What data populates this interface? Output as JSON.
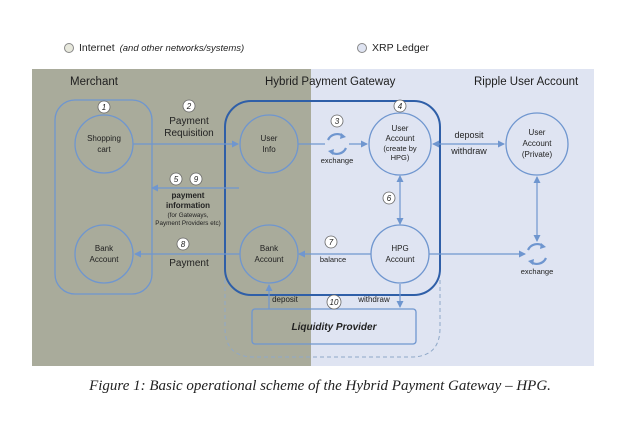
{
  "legend": {
    "internet_label": "Internet",
    "internet_note": "(and other networks/systems)",
    "internet_color": "#e7e8dc",
    "xrp_label": "XRP Ledger",
    "xrp_color": "#dfe4f2"
  },
  "colors": {
    "internet_panel": "#a9ab9b",
    "xrp_panel": "#dfe4f2",
    "arrow": "#6f96cf",
    "gateway_border": "#2f5fa8"
  },
  "sections": {
    "merchant": "Merchant",
    "gateway": "Hybrid Payment Gateway",
    "ripple": "Ripple User Account"
  },
  "nodes": {
    "shopping_cart": [
      "Shopping",
      "cart"
    ],
    "user_info": [
      "User",
      "Info"
    ],
    "user_account_hpg": [
      "User",
      "Account",
      "(create by",
      "HPG)"
    ],
    "user_account_private": [
      "User",
      "Account",
      "(Private)"
    ],
    "bank_account_merchant": [
      "Bank",
      "Account"
    ],
    "bank_account_gateway": [
      "Bank",
      "Account"
    ],
    "hpg_account": [
      "HPG",
      "Account"
    ],
    "liquidity_provider": "Liquidity Provider"
  },
  "steps": {
    "s1": "1",
    "s2": "2",
    "s3": "3",
    "s4": "4",
    "s5": "5",
    "s6": "6",
    "s7": "7",
    "s8": "8",
    "s9": "9",
    "s10": "10"
  },
  "labels": {
    "payment_requisition": [
      "Payment",
      "Requisition"
    ],
    "exchange_gateway": "exchange",
    "deposit_top": "deposit",
    "withdraw_top": "withdraw",
    "payment_information": [
      "payment",
      "information"
    ],
    "payment_information_note": [
      "(for Gateways,",
      "Payment Providers etc)"
    ],
    "payment": "Payment",
    "balance": "balance",
    "exchange_ripple": "exchange",
    "deposit_bottom": "deposit",
    "withdraw_bottom": "withdraw"
  },
  "caption": "Figure 1: Basic operational scheme of the Hybrid Payment Gateway – HPG."
}
